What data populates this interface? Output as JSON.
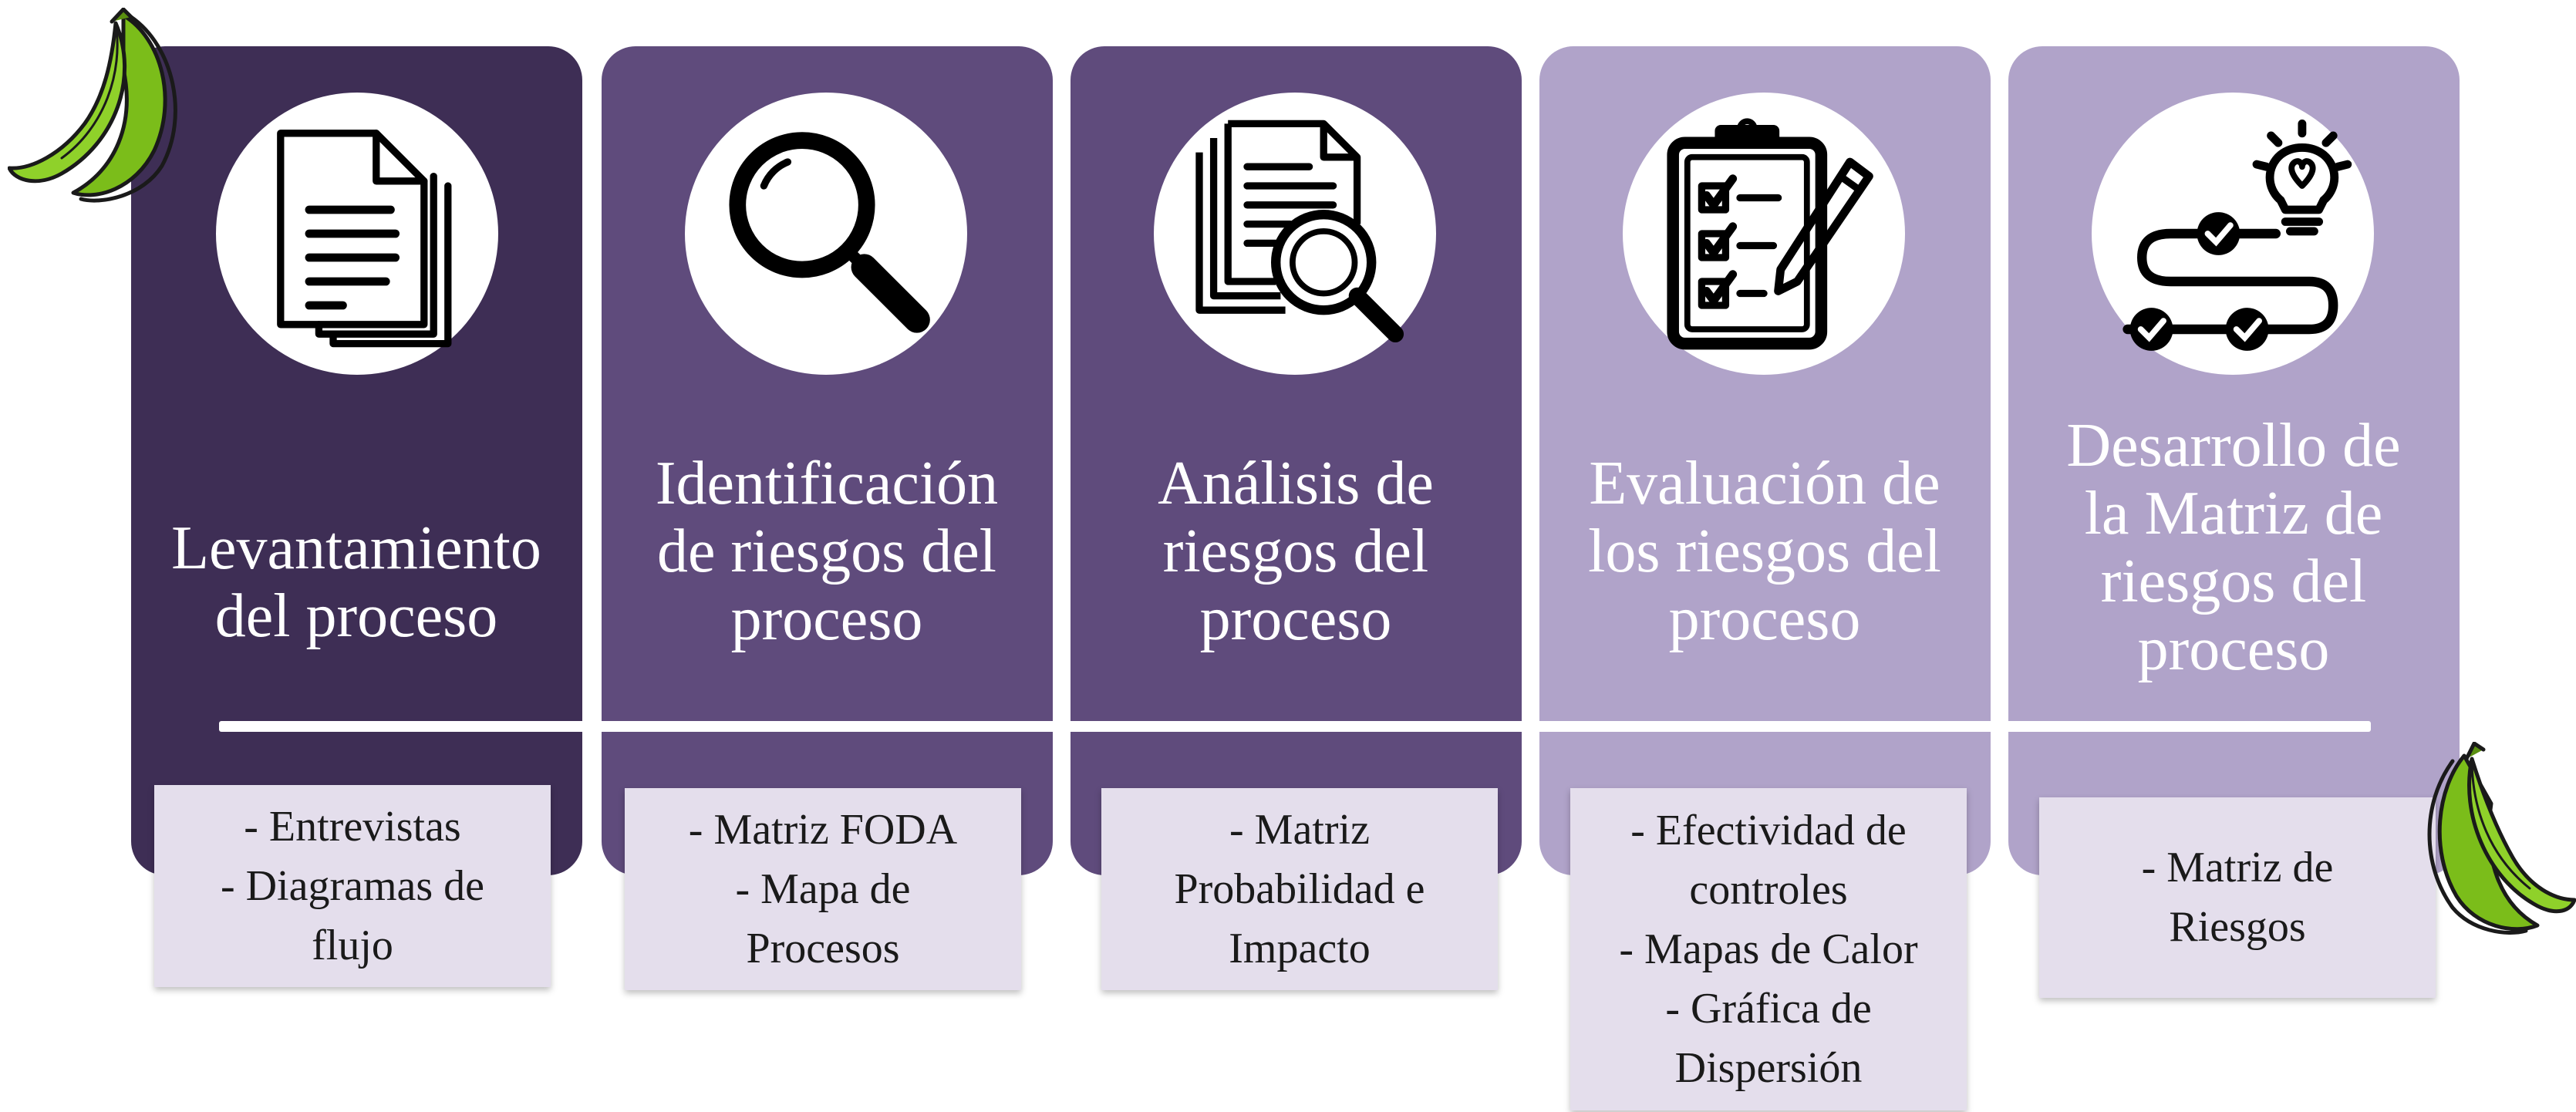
{
  "colors": {
    "dark": "#3e2e55",
    "mid": "#5f4b7c",
    "light": "#b0a3c9",
    "detail_bg": "#e4deec",
    "banana_green": "#84c91c"
  },
  "steps": [
    {
      "icon": "document-icon",
      "title_lines": [
        "Levantamiento",
        "del proceso"
      ],
      "detail_lines": [
        "- Entrevistas",
        "- Diagramas de",
        "flujo"
      ]
    },
    {
      "icon": "magnifier-icon",
      "title_lines": [
        "Identificación",
        "de riesgos del",
        "proceso"
      ],
      "detail_lines": [
        "- Matriz FODA",
        "- Mapa de",
        "Procesos"
      ]
    },
    {
      "icon": "document-search-icon",
      "title_lines": [
        "Análisis de",
        "riesgos del",
        "proceso"
      ],
      "detail_lines": [
        "- Matriz",
        "Probabilidad e",
        "Impacto"
      ]
    },
    {
      "icon": "clipboard-checklist-icon",
      "title_lines": [
        "Evaluación de",
        "los riesgos del",
        "proceso"
      ],
      "detail_lines": [
        "- Efectividad de",
        "controles",
        "- Mapas de Calor",
        "- Gráfica de",
        "Dispersión"
      ]
    },
    {
      "icon": "roadmap-lightbulb-icon",
      "title_lines": [
        "Desarrollo de",
        "la Matriz de",
        "riesgos del",
        "proceso"
      ],
      "detail_lines": [
        "- Matriz de",
        "Riesgos"
      ]
    }
  ]
}
